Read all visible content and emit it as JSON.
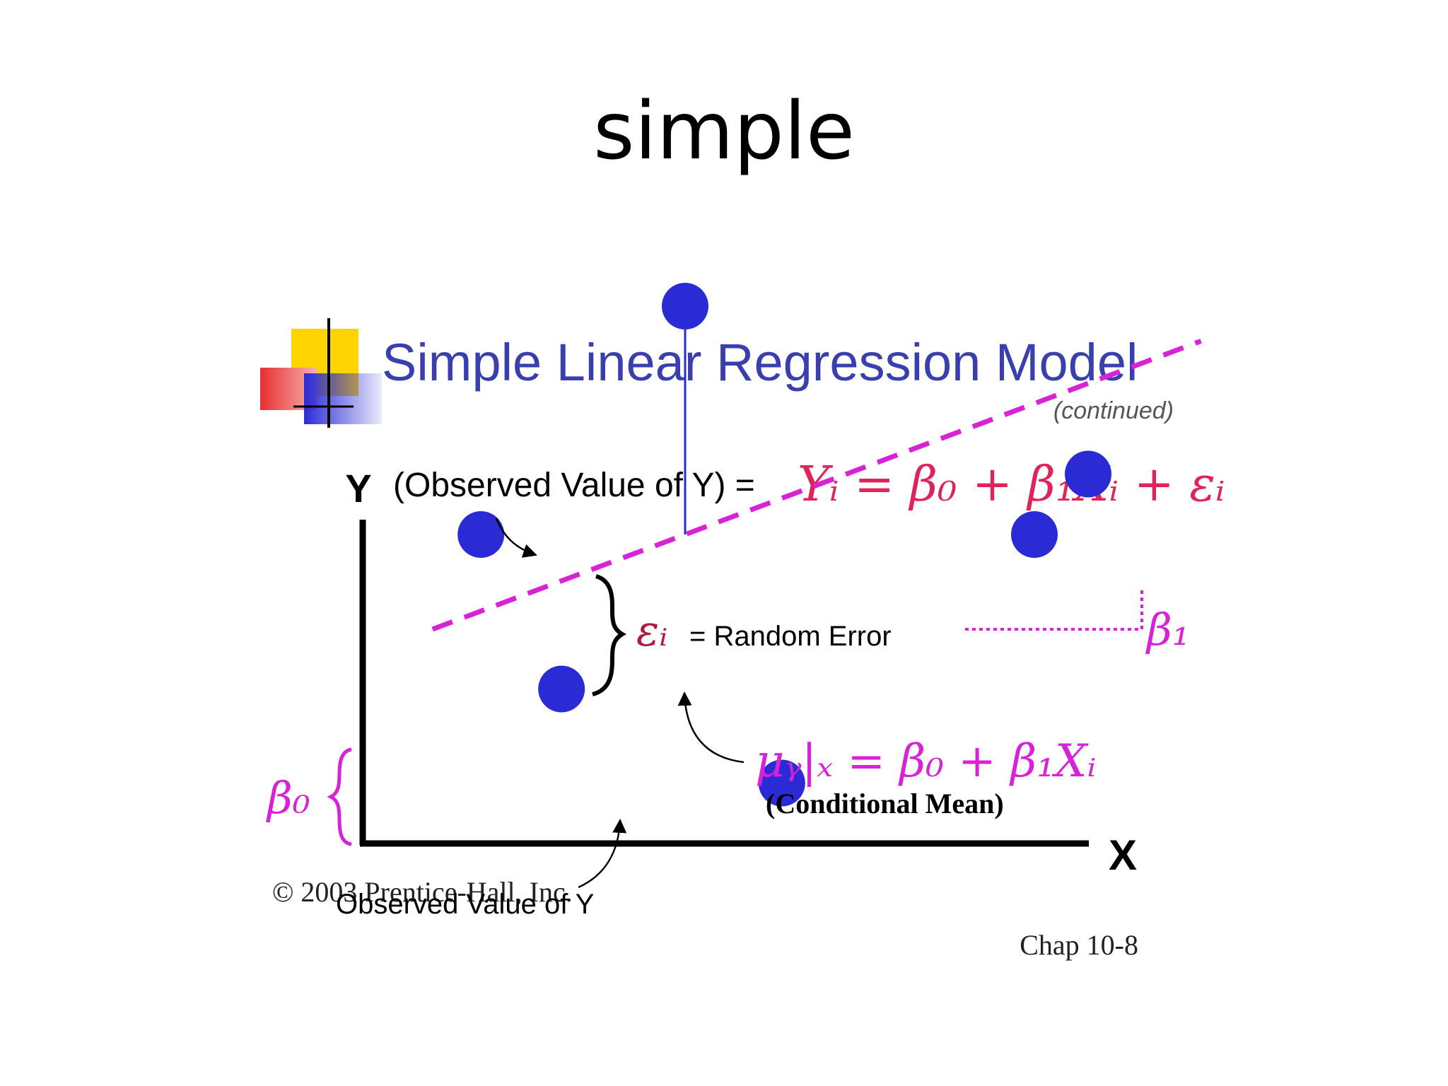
{
  "slide_title": "simple",
  "figure": {
    "header_title": "Simple Linear Regression Model",
    "header_subtitle": "(continued)",
    "y_axis_label": "Y",
    "x_axis_label": "X",
    "equation_left": "(Observed Value of Y) =",
    "equation_right": "Yᵢ = β₀ + β₁Xᵢ + εᵢ",
    "epsilon_symbol": "εᵢ",
    "random_error_label": "= Random Error",
    "beta1_symbol": "β₁",
    "beta0_symbol": "β₀",
    "mean_equation": "μᵧ|ₓ = β₀ + β₁Xᵢ",
    "mean_label": "(Conditional Mean)",
    "observed_label_bottom": "Observed Value of Y",
    "copyright": "© 2003 Prentice-Hall, Inc.",
    "chap_label": "Chap 10-8"
  },
  "colors": {
    "title_blue": "#3a3fb0",
    "point_blue": "#2b2bd6",
    "regression_magenta": "#d822d8",
    "equation_red": "#e0245a",
    "axis_black": "#000000",
    "logo_yellow": "#ffd400",
    "logo_red": "#e63030",
    "logo_blue": "#2b2bd6"
  },
  "chart_data": {
    "type": "scatter",
    "x": [
      2.2,
      3.7,
      6.0,
      7.8,
      12.5,
      13.5
    ],
    "y": [
      4.6,
      2.3,
      8.0,
      0.9,
      4.6,
      5.5
    ],
    "fit": {
      "intercept": 2.8,
      "slope": 0.3
    }
  }
}
